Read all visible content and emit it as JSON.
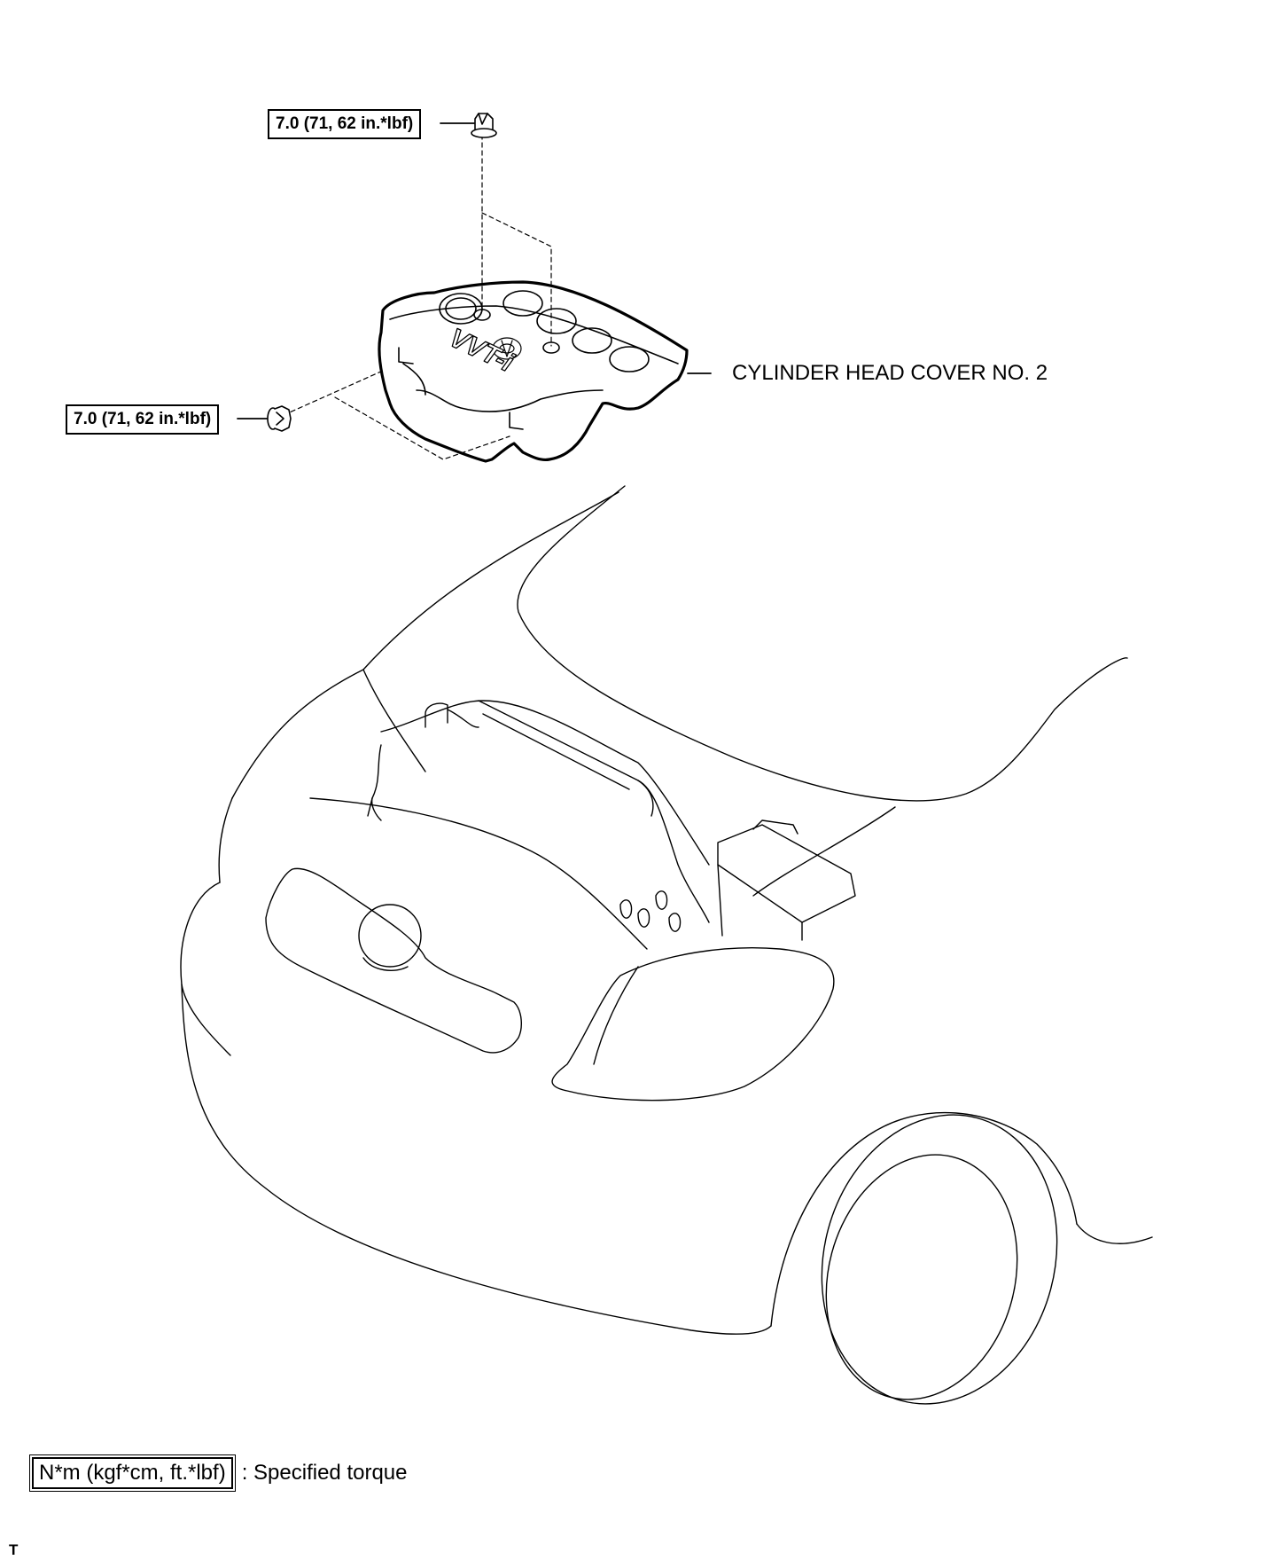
{
  "callouts": {
    "top_bolt_torque": "7.0 (71, 62 in.*lbf)",
    "side_bolt_torque": "7.0 (71, 62 in.*lbf)",
    "part_name": "CYLINDER HEAD COVER NO. 2",
    "cover_logo_text": "VVT-i"
  },
  "legend": {
    "unit_box": "N*m (kgf*cm, ft.*lbf)",
    "description": ": Specified torque"
  },
  "corner_mark": "T",
  "icons": [
    "flange-bolt-icon",
    "toyota-emblem-icon"
  ]
}
